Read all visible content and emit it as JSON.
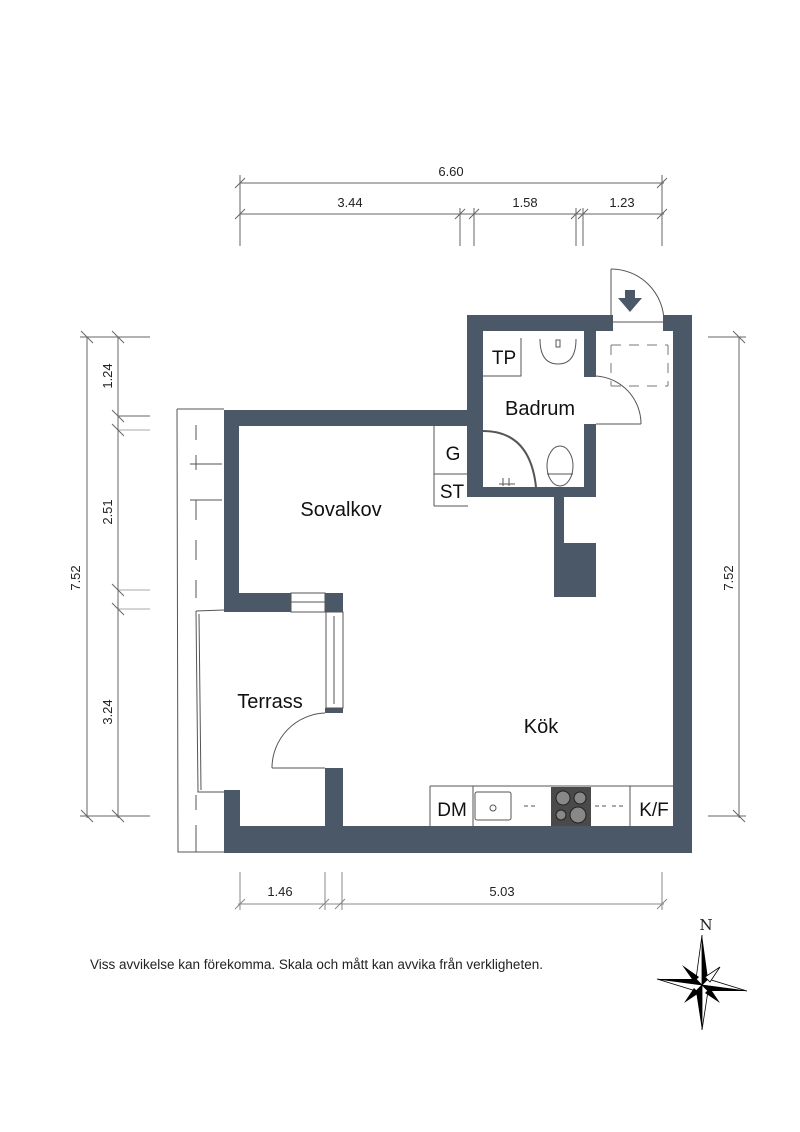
{
  "colors": {
    "wall": "#4a5868",
    "line": "#555555",
    "dim_line": "#777777",
    "stove": "#4a4a4a"
  },
  "dimensions": {
    "top_total": "6.60",
    "top_segments": [
      "3.44",
      "1.58",
      "1.23"
    ],
    "left_total": "7.52",
    "left_segments": [
      "1.24",
      "2.51",
      "3.24"
    ],
    "right_total": "7.52",
    "bottom_segments": [
      "1.46",
      "5.03"
    ]
  },
  "rooms": {
    "bathroom": "Badrum",
    "alcove": "Sovalkov",
    "terrace": "Terrass",
    "kitchen": "Kök"
  },
  "fixtures": {
    "tp": "TP",
    "g": "G",
    "st": "ST",
    "dm": "DM",
    "kf": "K/F"
  },
  "compass": {
    "north_label": "N"
  },
  "disclaimer": "Viss avvikelse kan förekomma. Skala och mått kan avvika från verkligheten."
}
